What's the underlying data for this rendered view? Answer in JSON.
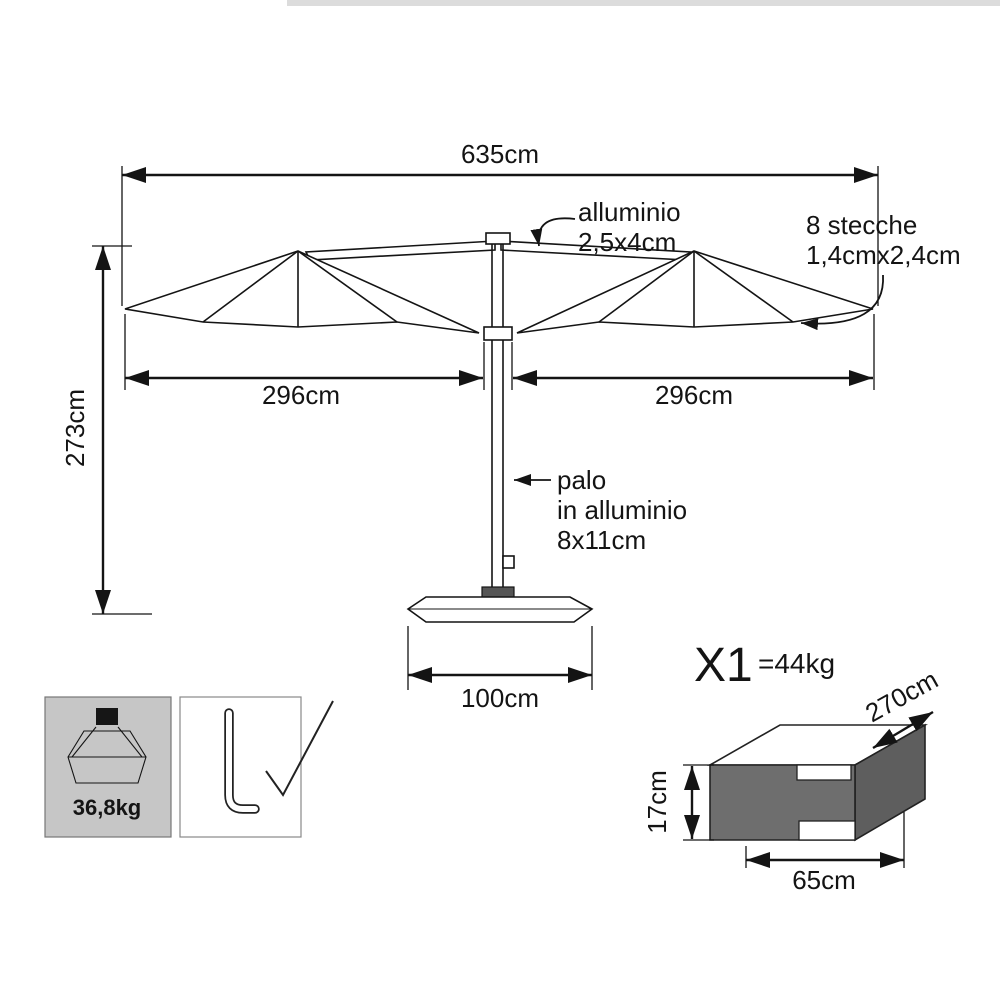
{
  "umbrella_diagram": {
    "total_width_label": "635cm",
    "height_label": "273cm",
    "left_canopy_label": "296cm",
    "right_canopy_label": "296cm",
    "base_width_label": "100cm",
    "strut_annotation": {
      "line1": "alluminio",
      "line2": "2,5x4cm"
    },
    "ribs_annotation": {
      "line1": "8 stecche",
      "line2": "1,4cmx2,4cm"
    },
    "pole_annotation": {
      "line1": "palo",
      "line2": "in alluminio",
      "line3": "8x11cm"
    }
  },
  "included_items": {
    "base_weight_label": "36,8kg"
  },
  "package": {
    "quantity_label": "X1",
    "weight_label": "=44kg",
    "length_label": "270cm",
    "height_label": "17cm",
    "width_label": "65cm"
  },
  "colors": {
    "line": "#141414",
    "card_gray": "#c6c6c6",
    "box_front": "#6e6e6e",
    "box_side": "#5e5e5e",
    "box_top": "#ffffff"
  }
}
